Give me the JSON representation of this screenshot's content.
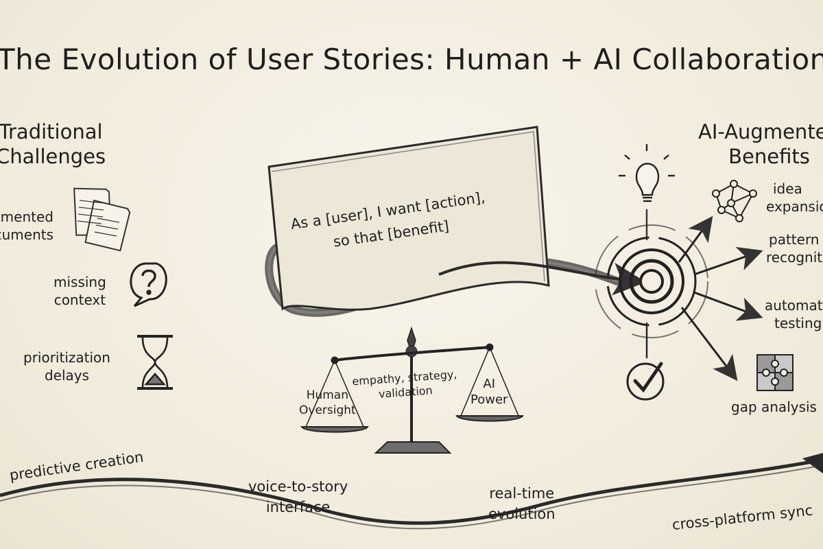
{
  "title": "The Evolution of User Stories: Human + AI Collaboration",
  "left_panel": {
    "heading_line1": "Traditional",
    "heading_line2": "Challenges",
    "items": [
      {
        "line1": "fragmented",
        "line2": "documents",
        "icon": "documents-icon"
      },
      {
        "line1": "missing",
        "line2": "context",
        "icon": "question-bubble-icon"
      },
      {
        "line1": "prioritization",
        "line2": "delays",
        "icon": "hourglass-icon"
      }
    ]
  },
  "story_card": {
    "line1": "As a [user], I want [action],",
    "line2": "so that [benefit]"
  },
  "balance": {
    "left_line1": "Human",
    "left_line2": "Oversight",
    "center_line1": "empathy, strategy,",
    "center_line2": "validation",
    "right_line1": "AI",
    "right_line2": "Power"
  },
  "right_panel": {
    "heading_line1": "AI-Augmented",
    "heading_line2": "Benefits",
    "items": [
      {
        "line1": "idea",
        "line2": "expansion",
        "icon": "network-icon"
      },
      {
        "line1": "pattern",
        "line2": "recognition",
        "icon": "arrow-icon"
      },
      {
        "line1": "automated",
        "line2": "testing",
        "icon": "arrow-icon"
      },
      {
        "line1": "gap analysis",
        "line2": "",
        "icon": "puzzle-icon"
      }
    ]
  },
  "timeline": [
    {
      "label": "predictive creation"
    },
    {
      "line1": "voice-to-story",
      "line2": "interface"
    },
    {
      "line1": "real-time",
      "line2": "evolution"
    },
    {
      "label": "cross-platform sync"
    }
  ]
}
